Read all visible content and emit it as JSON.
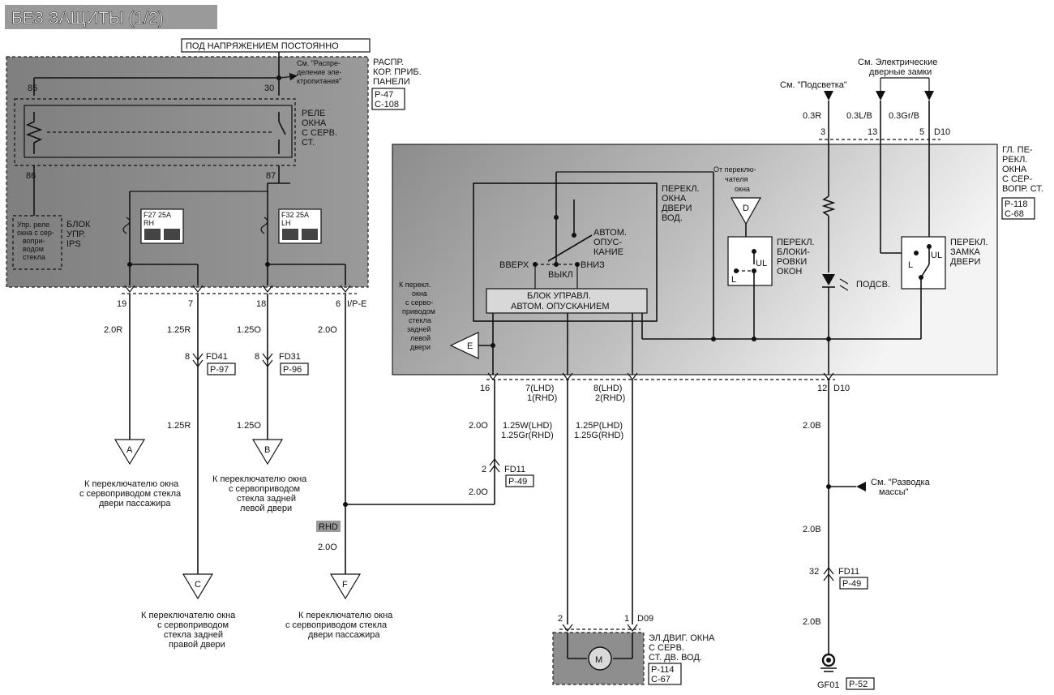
{
  "title": "БЕЗ ЗАЩИТЫ (1/2)",
  "colors": {
    "shade_dark": "#8a8a8a",
    "shade_light": "#f0f0f0",
    "line": "#111111"
  },
  "left_block": {
    "power_label": "ПОД НАПРЯЖЕНИЕМ ПОСТОЯННО",
    "see_note": [
      "См. \"Распре-",
      "деление эле-",
      "ктропитания\""
    ],
    "panel_name": [
      "РАСПР.",
      "КОР. ПРИБ.",
      "ПАНЕЛИ"
    ],
    "panel_refs": [
      "P-47",
      "C-108"
    ],
    "relay_name": [
      "РЕЛЕ",
      "ОКНА",
      "С СЕРВ.",
      "СТ."
    ],
    "pins": {
      "p85": "85",
      "p30": "30",
      "p86": "86",
      "p87": "87"
    },
    "fuse1": {
      "id": "F27 25A",
      "side": "RH"
    },
    "fuse2": {
      "id": "F32 25A",
      "side": "LH"
    },
    "ips_box": [
      "Упр. реле",
      "окна с сер-",
      "вопри-",
      "водом",
      "стекла"
    ],
    "ips_label": [
      "БЛОК",
      "УПР.",
      "IPS"
    ],
    "out_pins": [
      "19",
      "7",
      "18",
      "6"
    ],
    "connector": "I/P-E"
  },
  "left_wires": {
    "w19": "2.0R",
    "w7a": "1.25R",
    "w18a": "1.25O",
    "w6": "2.0O",
    "fd41": {
      "pin": "8",
      "name": "FD41",
      "ref": "P-97"
    },
    "fd31": {
      "pin": "8",
      "name": "FD31",
      "ref": "P-96"
    },
    "w7b": "1.25R",
    "w18b": "1.25O",
    "rhd": "RHD",
    "w6b": "2.0O"
  },
  "terminals": {
    "A": {
      "letter": "A",
      "text": [
        "К переключателю окна",
        "с сервоприводом стекла",
        "двери пассажира"
      ]
    },
    "B": {
      "letter": "B",
      "text": [
        "К переключателю окна",
        "с сервоприводом",
        "стекла задней",
        "левой двери"
      ]
    },
    "C": {
      "letter": "C",
      "text": [
        "К переключателю окна",
        "с сервоприводом",
        "стекла задней",
        "правой двери"
      ]
    },
    "F": {
      "letter": "F",
      "text": [
        "К переключателю окна",
        "с сервоприводом стекла",
        "двери пассажира"
      ]
    }
  },
  "main_switch": {
    "name": [
      "ГЛ. ПЕ-",
      "РЕКЛ.",
      "ОКНА",
      "С СЕР-",
      "ВОПР. СТ."
    ],
    "refs": [
      "P-118",
      "C-68"
    ],
    "top_note_illum": "См. \"Подсветка\"",
    "top_note_locks": [
      "См. Электрические",
      "дверные замки"
    ],
    "top_wires": [
      "0.3R",
      "0.3L/B",
      "0.3Gr/B"
    ],
    "top_pins": [
      "3",
      "13",
      "5"
    ],
    "top_conn": "D10",
    "driver_switch": [
      "ПЕРЕКЛ.",
      "ОКНА",
      "ДВЕРИ",
      "ВОД."
    ],
    "auto_down": [
      "АВТОМ.",
      "ОПУС-",
      "КАНИЕ"
    ],
    "pos_up": "ВВЕРХ",
    "pos_off": "ВЫКЛ",
    "pos_down": "ВНИЗ",
    "ctrl_unit": [
      "БЛОК УПРАВЛ.",
      "АВТОМ. ОПУСКАНИЕМ"
    ],
    "from_switch": [
      "От переклю-",
      "чателя",
      "окна"
    ],
    "term_D": "D",
    "lock_switch": [
      "ПЕРЕКЛ.",
      "БЛОКИ-",
      "РОВКИ",
      "ОКОН"
    ],
    "door_lock": [
      "ПЕРЕКЛ.",
      "ЗАМКА",
      "ДВЕРИ"
    ],
    "ul": "UL",
    "l": "L",
    "illum": "ПОДСВ.",
    "rear_left": [
      "К перекл.",
      "окна",
      "с серво-",
      "приводом",
      "стекла",
      "задней",
      "левой",
      "двери"
    ],
    "term_E": "E",
    "bottom_pins": {
      "p16": "16",
      "p7": [
        "7(LHD)",
        "1(RHD)"
      ],
      "p8": [
        "8(LHD)",
        "2(RHD)"
      ],
      "p12": "12"
    },
    "bottom_conn": "D10"
  },
  "lower": {
    "w16": "2.0O",
    "w7": [
      "1.25W(LHD)",
      "1.25Gr(RHD)"
    ],
    "w8": [
      "1.25P(LHD)",
      "1.25G(RHD)"
    ],
    "fd11a": {
      "pin": "2",
      "name": "FD11",
      "ref": "P-49"
    },
    "w16b": "2.0O",
    "w12": "2.0B",
    "ground_note": [
      "См. \"Разводка",
      "массы\""
    ],
    "w12b": "2.0B",
    "fd11b": {
      "pin": "32",
      "name": "FD11",
      "ref": "P-49"
    },
    "w12c": "2.0B",
    "ground": {
      "name": "GF01",
      "ref": "P-52"
    },
    "motor_pins": [
      "2",
      "1"
    ],
    "motor_conn": "D09",
    "motor_symbol": "M",
    "motor_name": [
      "ЭЛ.ДВИГ. ОКНА",
      "С СЕРВ.",
      "СТ. ДВ. ВОД."
    ],
    "motor_refs": [
      "P-114",
      "C-67"
    ]
  }
}
